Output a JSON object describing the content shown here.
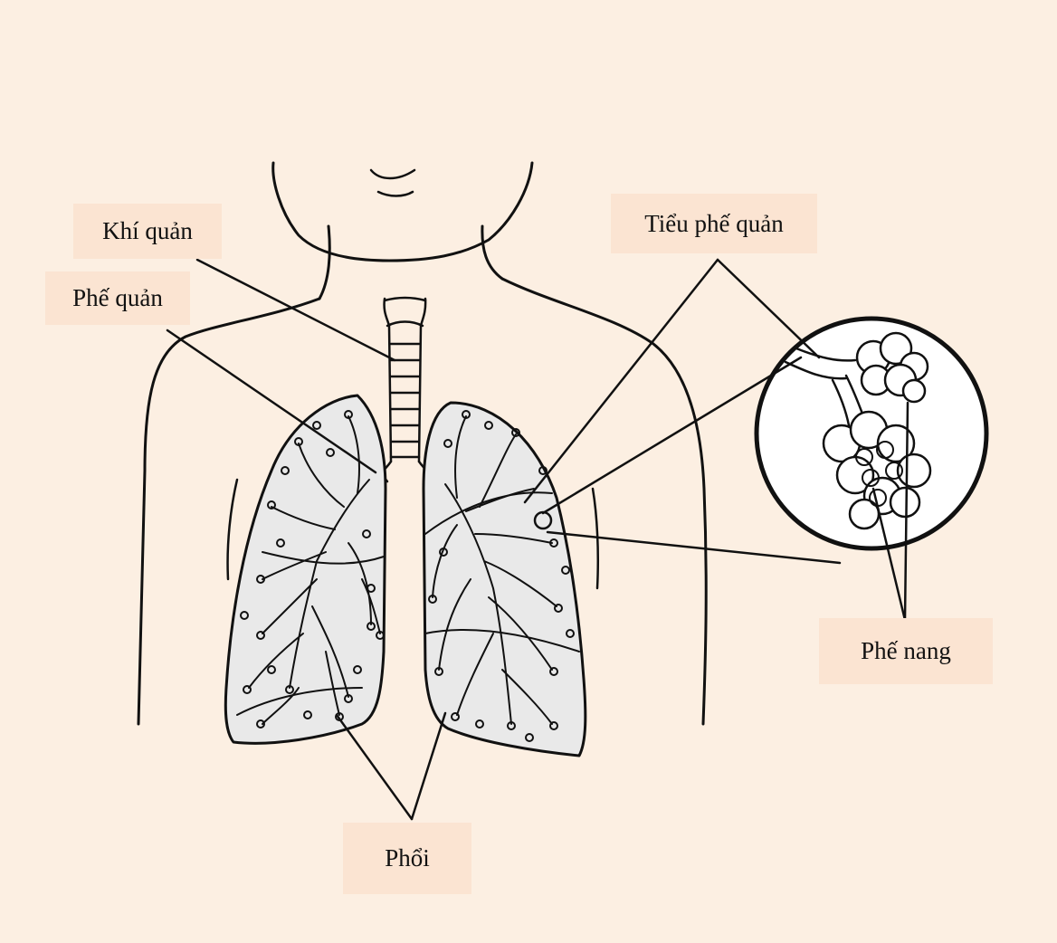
{
  "colors": {
    "background": "#fcefe2",
    "label_box": "#fbe4d2",
    "ink": "#111111",
    "lung_fill": "#e9e9e9"
  },
  "labels": {
    "trachea": "Khí quản",
    "bronchus": "Phế quản",
    "bronchiole": "Tiểu phế quản",
    "alveoli": "Phế nang",
    "lungs": "Phổi"
  }
}
